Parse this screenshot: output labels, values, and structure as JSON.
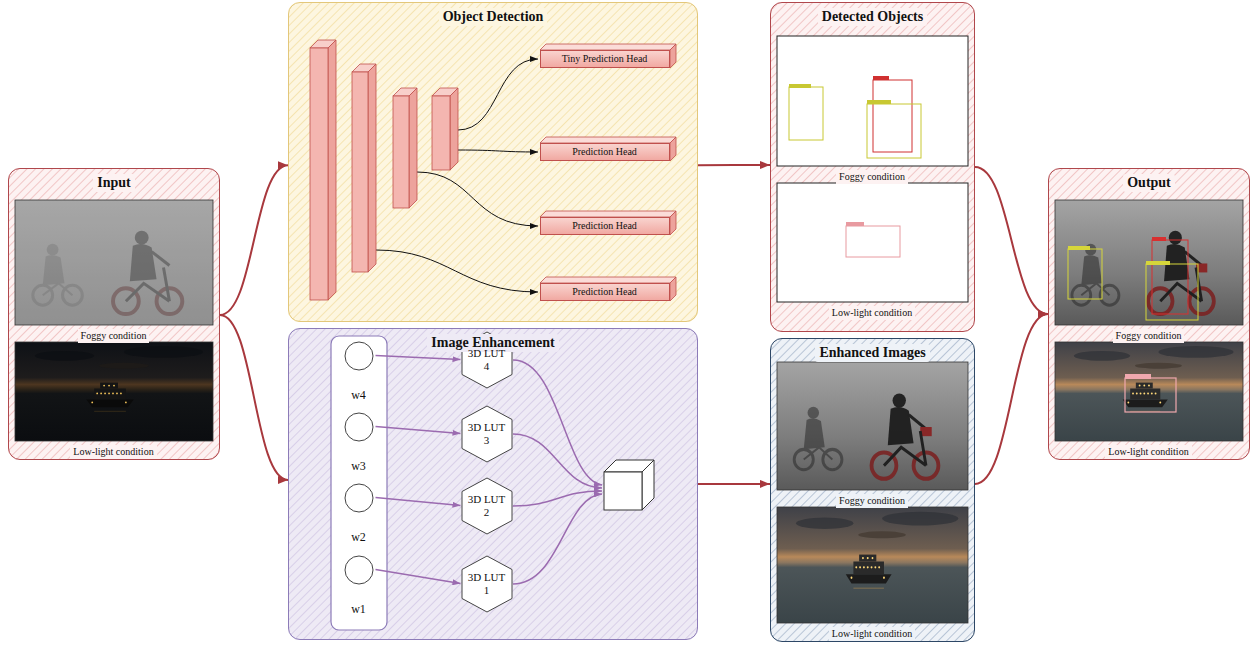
{
  "diagram": {
    "nodes": [
      {
        "text": [
          "Input"
        ]
      },
      {
        "text": [
          "Foggy condition"
        ],
        "in": 0
      },
      {
        "text": [
          "Low-light condition"
        ],
        "in": 0
      },
      {
        "text": [
          "Object Detection"
        ]
      },
      {
        "text": [
          "Tiny Prediction Head"
        ],
        "in": 3
      },
      {
        "text": [
          "Prediction Head"
        ],
        "in": 3
      },
      {
        "text": [
          "Prediction Head"
        ],
        "in": 3
      },
      {
        "text": [
          "Prediction Head"
        ],
        "in": 3
      },
      {
        "text": [
          "Image Enhancement"
        ]
      },
      {
        "text": [
          "w4"
        ],
        "in": 8
      },
      {
        "text": [
          "3D LUT 4"
        ],
        "in": 8
      },
      {
        "text": [
          "w3"
        ],
        "in": 8
      },
      {
        "text": [
          "3D LUT 3"
        ],
        "in": 8
      },
      {
        "text": [
          "w2"
        ],
        "in": 8
      },
      {
        "text": [
          "3D LUT 2"
        ],
        "in": 8
      },
      {
        "text": [
          "w1"
        ],
        "in": 8
      },
      {
        "text": [
          "3D LUT 1"
        ],
        "in": 8
      },
      {
        "text": [
          "Detected Objects"
        ]
      },
      {
        "text": [
          "Foggy condition"
        ],
        "in": 17
      },
      {
        "text": [
          "Low-light condition"
        ],
        "in": 17
      },
      {
        "text": [
          "Enhanced Images"
        ]
      },
      {
        "text": [
          "Foggy condition"
        ],
        "in": 20
      },
      {
        "text": [
          "Low-light condition"
        ],
        "in": 20
      },
      {
        "text": [
          "Output"
        ]
      },
      {
        "text": [
          "Foggy condition"
        ],
        "in": 23
      },
      {
        "text": [
          "Low-light condition"
        ],
        "in": 23
      }
    ],
    "edges": [
      {
        "from": 0,
        "to": 3,
        "arrow": "to"
      },
      {
        "from": 0,
        "to": 8,
        "arrow": "to"
      },
      {
        "from": 3,
        "to": 17,
        "arrow": "to"
      },
      {
        "from": 8,
        "to": 20,
        "arrow": "to"
      },
      {
        "from": 17,
        "to": 23,
        "arrow": "to"
      },
      {
        "from": 20,
        "to": 23,
        "arrow": "to"
      },
      {
        "from": 9,
        "to": 10,
        "arrow": "to"
      },
      {
        "from": 11,
        "to": 12,
        "arrow": "to"
      },
      {
        "from": 13,
        "to": 14,
        "arrow": "to"
      },
      {
        "from": 15,
        "to": 16,
        "arrow": "to"
      }
    ]
  }
}
